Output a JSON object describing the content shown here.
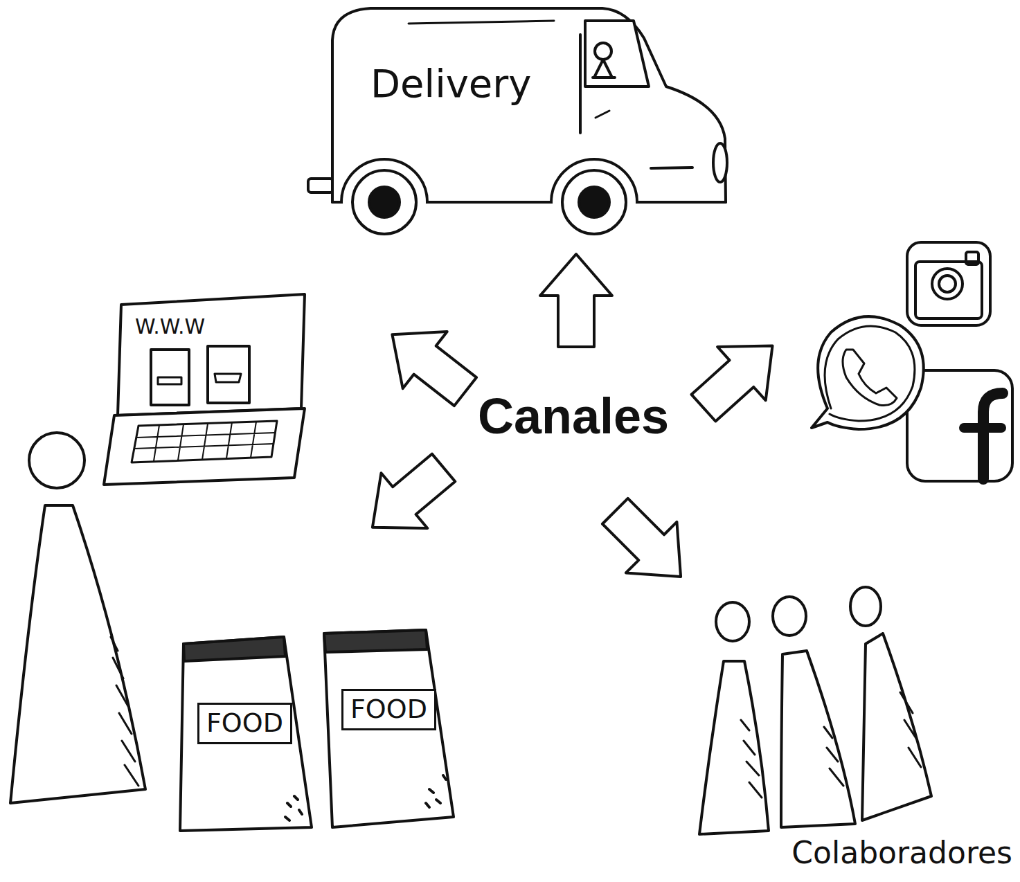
{
  "diagram": {
    "nodes": [
      {
        "text": [
          "Delivery"
        ]
      },
      {
        "text": [
          "W.W.W"
        ]
      },
      {
        "text": [
          "FOOD"
        ]
      },
      {
        "text": [
          "FOOD"
        ]
      }
    ],
    "labels": [
      "Canales",
      "Colaboradores"
    ]
  }
}
